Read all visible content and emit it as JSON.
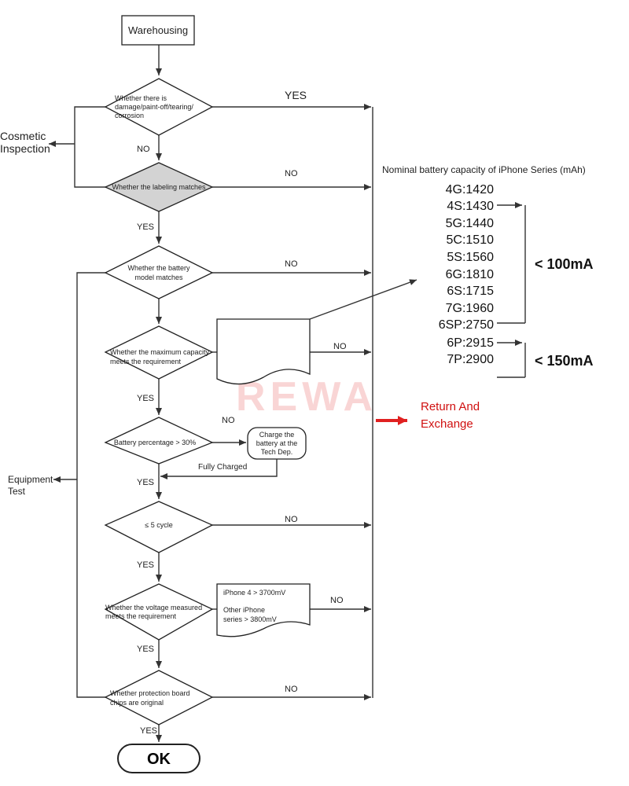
{
  "nodes": {
    "warehousing": "Warehousing",
    "damage_1": "Whether there is",
    "damage_2": "damage/paint-off/tearing/",
    "damage_3": "corrosion",
    "labeling": "Whether the labeling matches",
    "model_1": "Whether the battery",
    "model_2": "model matches",
    "capacity_1": "Whether the maximum capacity",
    "capacity_2": "meets the requirement",
    "percentage": "Battery percentage > 30%",
    "charge_1": "Charge the",
    "charge_2": "battery at the",
    "charge_3": "Tech Dep.",
    "cycle": "≤ 5 cycle",
    "voltage_1": "Whether the voltage measured",
    "voltage_2": "meets the requirement",
    "voltage_note_1": "iPhone 4 > 3700mV",
    "voltage_note_2": "Other iPhone",
    "voltage_note_3": "series > 3800mV",
    "protection_1": "Whether protection board",
    "protection_2": "chips are original",
    "ok": "OK"
  },
  "labels": {
    "yes_top": "YES",
    "no_1": "NO",
    "no_2": "NO",
    "yes_2": "YES",
    "no_3": "NO",
    "no_4": "NO",
    "yes_3": "YES",
    "no_5": "NO",
    "fully_charged": "Fully  Charged",
    "yes_4": "YES",
    "no_6": "NO",
    "yes_5": "YES",
    "no_7": "NO",
    "yes_6": "YES",
    "no_8": "NO",
    "yes_7": "YES",
    "cosmetic_1": "Cosmetic",
    "cosmetic_2": "Inspection",
    "equipment_1": "Equipment",
    "equipment_2": "Test",
    "return_1": "Return  And",
    "return_2": "Exchange"
  },
  "capacity_table": {
    "title": "Nominal battery capacity of iPhone Series (mAh)",
    "rows": [
      "4G:1420",
      "4S:1430",
      "5G:1440",
      "5C:1510",
      "5S:1560",
      "6G:1810",
      "6S:1715",
      "7G:1960",
      "6SP:2750",
      "6P:2915",
      "7P:2900"
    ],
    "group_1": "< 100mA",
    "group_2": "< 150mA"
  },
  "watermark": "REWA",
  "colors": {
    "accent": "#e02020",
    "decision_highlight": "#d3d3d3",
    "line": "#333333"
  }
}
